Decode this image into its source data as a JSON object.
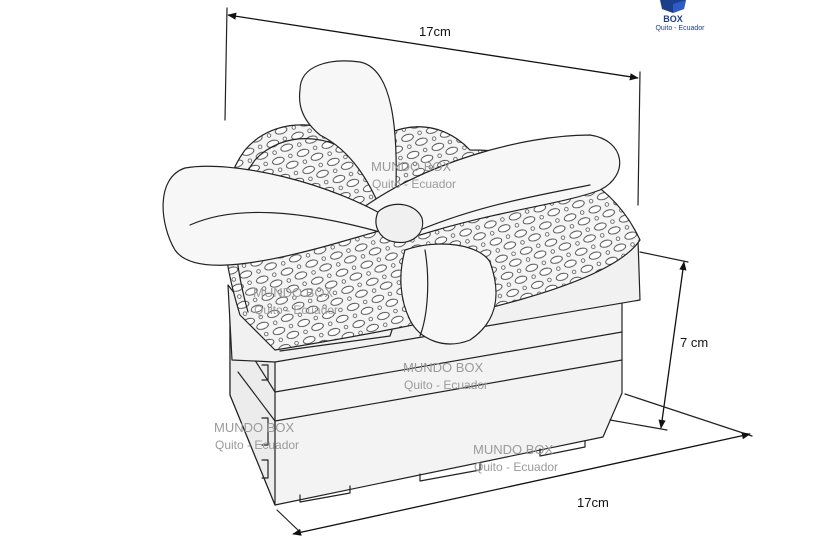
{
  "dimensions": {
    "top_width": "17cm",
    "height": "7 cm",
    "bottom_width": "17cm"
  },
  "watermarks": [
    {
      "line1": "MUNDO BOX",
      "line2": "Quito - Ecuador"
    },
    {
      "line1": "MUNDO BOX",
      "line2": "Quito - Ecuador"
    },
    {
      "line1": "MUNDO BOX",
      "line2": "Quito - Ecuador"
    },
    {
      "line1": "MUNDO BOX",
      "line2": "Quito - Ecuador"
    },
    {
      "line1": "MUNDO BOX",
      "line2": "Quito - Ecuador"
    }
  ],
  "logo": {
    "name": "BOX",
    "location": "Quito - Ecuador",
    "color": "#1c3f8c"
  }
}
